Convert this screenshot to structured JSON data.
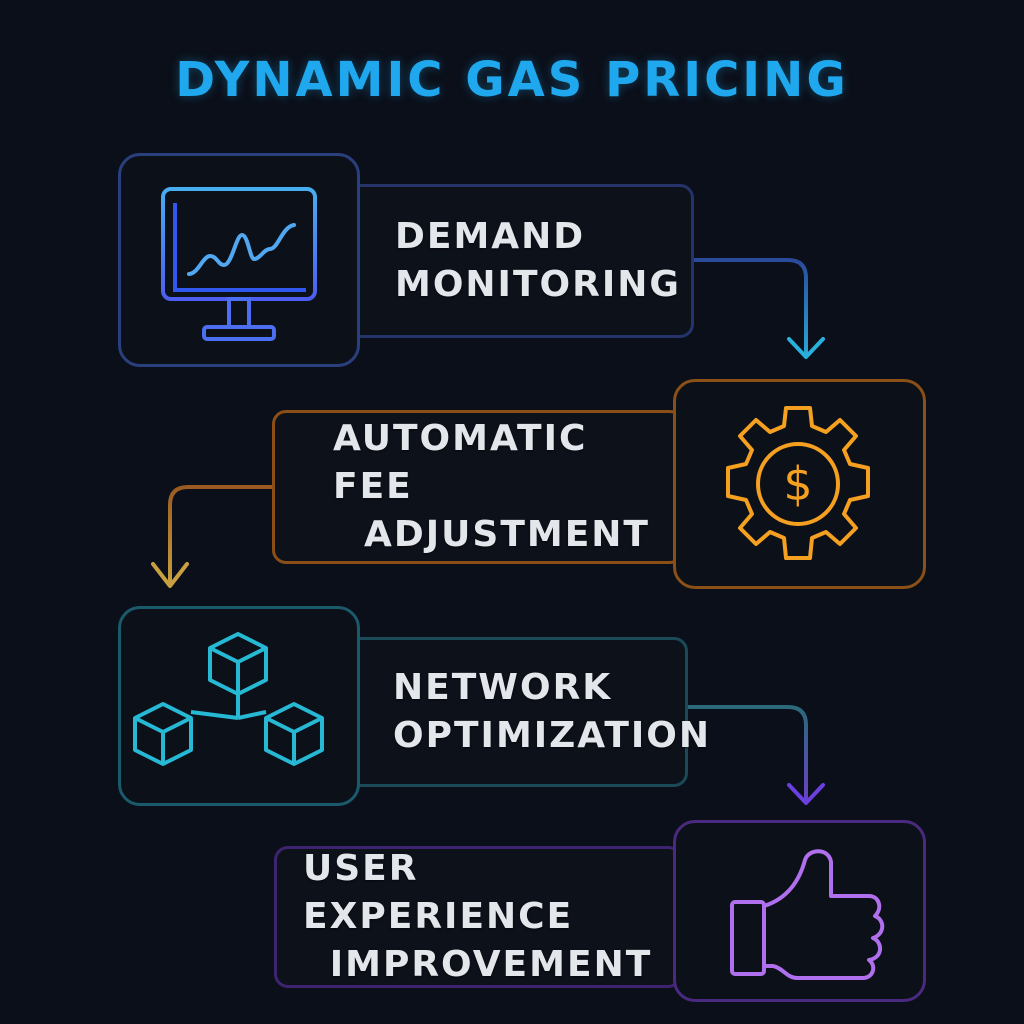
{
  "title": "DYNAMIC GAS PRICING",
  "steps": [
    {
      "line1": "DEMAND",
      "line2": "MONITORING",
      "icon": "monitor-chart-icon",
      "color": "#3a64c8"
    },
    {
      "line1": "AUTOMATIC FEE",
      "line2": "ADJUSTMENT",
      "icon": "gear-dollar-icon",
      "color": "#c8741e"
    },
    {
      "line1": "NETWORK",
      "line2": "OPTIMIZATION",
      "icon": "blockchain-cubes-icon",
      "color": "#1e8fa8"
    },
    {
      "line1": "USER EXPERIENCE",
      "line2": "IMPROVEMENT",
      "icon": "thumbs-up-icon",
      "color": "#5b2f9a"
    }
  ],
  "colors": {
    "background": "#0b0f19",
    "title": "#1fa8ee",
    "text": "#e3e6ea",
    "blue": "#3a64c8",
    "orange": "#f5a020",
    "cyan": "#27c4dc",
    "purple": "#b070ee"
  }
}
